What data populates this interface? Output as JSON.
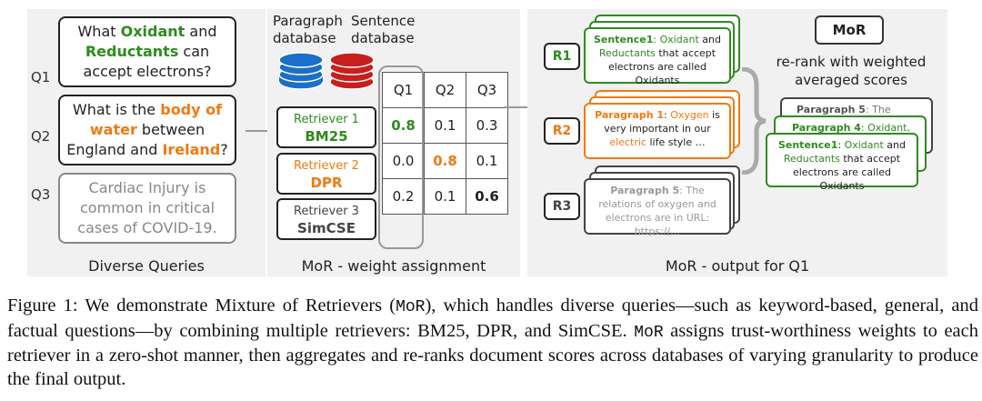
{
  "colors": {
    "green": "#2e8b1f",
    "orange": "#f07a10",
    "panel": "#f1f1f1",
    "db_blue": "#1b6fc8",
    "db_red": "#c81e1e"
  },
  "left_panel": {
    "labels": [
      "Q1",
      "Q2",
      "Q3"
    ],
    "q1": {
      "p1": "What ",
      "hl1": "Oxidant",
      "p2": " and",
      "hl2": "Reductants",
      "p3": " can accept electrons?"
    },
    "q2": {
      "p1": "What is the ",
      "hl1": "body of water",
      "p2": " between England and ",
      "hl2": "Ireland",
      "p3": "?"
    },
    "q3": {
      "text": "Cardiac Injury is common in critical cases of COVID-19."
    },
    "caption": "Diverse Queries"
  },
  "mid_panel": {
    "db_para": "Paragraph database",
    "db_sent": "Sentence database",
    "columns": [
      "Q1",
      "Q2",
      "Q3"
    ],
    "retrievers": [
      {
        "label": "Retriever 1",
        "name": "BM25",
        "weights": [
          "0.8",
          "0.1",
          "0.3"
        ]
      },
      {
        "label": "Retriever 2",
        "name": "DPR",
        "weights": [
          "0.0",
          "0.8",
          "0.1"
        ]
      },
      {
        "label": "Retriever 3",
        "name": "SimCSE",
        "weights": [
          "0.2",
          "0.1",
          "0.6"
        ]
      }
    ],
    "caption": "MoR - weight assignment"
  },
  "right_panel": {
    "mor_label": "MoR",
    "rerank": "re-rank with weighted averaged scores",
    "r_labels": [
      "R1",
      "R2",
      "R3"
    ],
    "r1": {
      "title": "Sentence1",
      "p1": ": Oxidant and ",
      "hl": "Reductants",
      "p2": " that accept electrons are called Oxidants",
      "hl0": "Oxidant"
    },
    "r2": {
      "title": "Paragraph 1",
      "sep": ": ",
      "hl1": "Oxygen",
      "p1": " is very important in our ",
      "hl2": "electric",
      "p2": " life style …"
    },
    "r3": {
      "title": "Paragraph 5",
      "p1": ": The relations of oxygen and electrons are in URL: https://…"
    },
    "final": [
      {
        "title": "Paragraph 5",
        "rest": ": The relations"
      },
      {
        "title": "Paragraph 4",
        "rest": ": Oxidant, a"
      },
      {
        "title": "Sentence1",
        "sep": ": ",
        "hl1": "Oxidant",
        "p1": " and",
        "hl2": "Reductants",
        "p2": " that accept electrons are called Oxidants"
      }
    ],
    "caption": "MoR - output for Q1"
  },
  "figure_caption": {
    "a": "Figure 1: We demonstrate Mixture of Retrievers (",
    "m1": "MoR",
    "b": "), which handles diverse queries—such as keyword-based, general, and factual questions—by combining multiple retrievers: BM25, DPR, and SimCSE. ",
    "m2": "MoR",
    "c": " assigns trust-worthiness weights to each retriever in a zero-shot manner, then aggregates and re-ranks document scores across databases of varying granularity to produce the final output."
  }
}
